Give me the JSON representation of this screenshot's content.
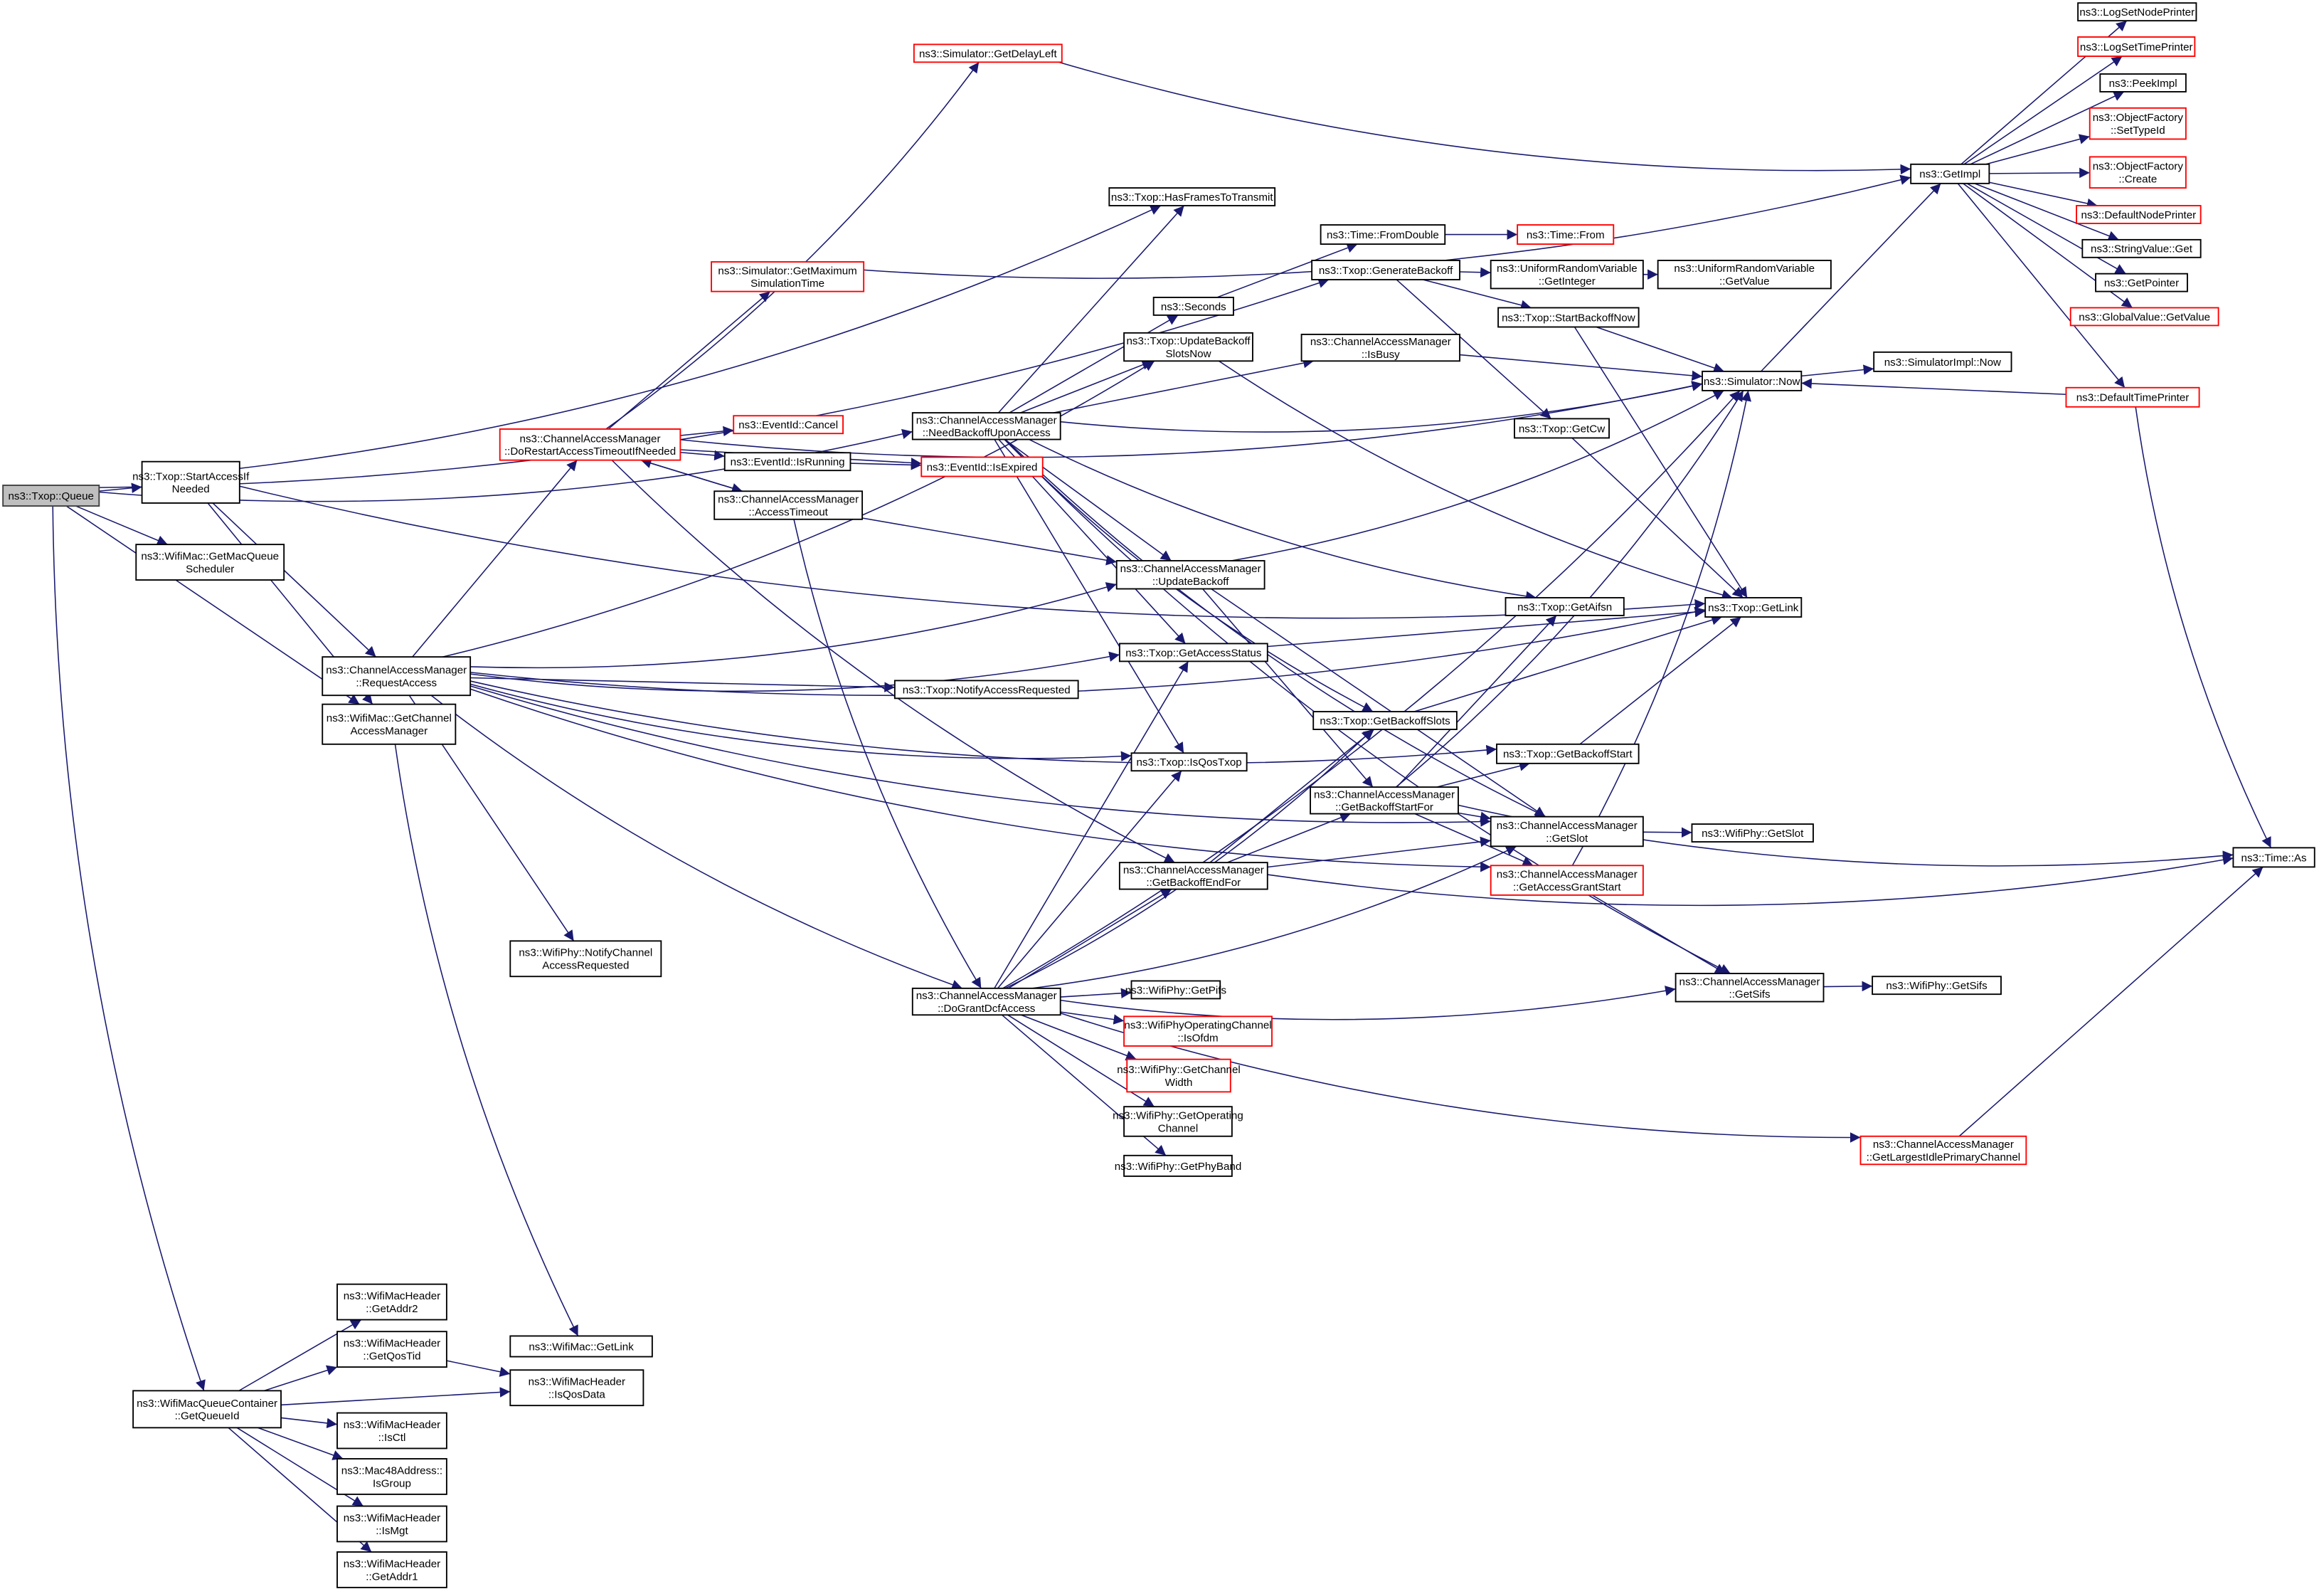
{
  "colors": {
    "edge": "#191970",
    "root_fill": "#bfbfbf",
    "truncated_border": "#ff0000",
    "normal_border": "#000000"
  },
  "nodes": {
    "queue": {
      "lines": [
        "ns3::Txop::Queue"
      ],
      "style": "root"
    },
    "startAccess": {
      "lines": [
        "ns3::Txop::StartAccessIf",
        "Needed"
      ]
    },
    "getMacQueueSched": {
      "lines": [
        "ns3::WifiMac::GetMacQueue",
        "Scheduler"
      ]
    },
    "requestAccess": {
      "lines": [
        "ns3::ChannelAccessManager",
        "::RequestAccess"
      ]
    },
    "getCam": {
      "lines": [
        "ns3::WifiMac::GetChannel",
        "AccessManager"
      ]
    },
    "getQueueId": {
      "lines": [
        "ns3::WifiMacQueueContainer",
        "::GetQueueId"
      ]
    },
    "getAddr2": {
      "lines": [
        "ns3::WifiMacHeader",
        "::GetAddr2"
      ]
    },
    "getQosTid": {
      "lines": [
        "ns3::WifiMacHeader",
        "::GetQosTid"
      ]
    },
    "isCtl": {
      "lines": [
        "ns3::WifiMacHeader",
        "::IsCtl"
      ]
    },
    "isGroup": {
      "lines": [
        "ns3::Mac48Address::",
        "IsGroup"
      ]
    },
    "isMgt": {
      "lines": [
        "ns3::WifiMacHeader",
        "::IsMgt"
      ]
    },
    "getAddr1": {
      "lines": [
        "ns3::WifiMacHeader",
        "::GetAddr1"
      ]
    },
    "macGetLink": {
      "lines": [
        "ns3::WifiMac::GetLink"
      ]
    },
    "isQosData": {
      "lines": [
        "ns3::WifiMacHeader",
        "::IsQosData"
      ]
    },
    "notifyChanReq": {
      "lines": [
        "ns3::WifiPhy::NotifyChannel",
        "AccessRequested"
      ]
    },
    "doRestart": {
      "lines": [
        "ns3::ChannelAccessManager",
        "::DoRestartAccessTimeoutIfNeeded"
      ],
      "style": "red"
    },
    "getDelayLeft": {
      "lines": [
        "ns3::Simulator::GetDelayLeft"
      ],
      "style": "red"
    },
    "getMaxSimTime": {
      "lines": [
        "ns3::Simulator::GetMaximum",
        "SimulationTime"
      ],
      "style": "red"
    },
    "evCancel": {
      "lines": [
        "ns3::EventId::Cancel"
      ],
      "style": "red"
    },
    "evIsRunning": {
      "lines": [
        "ns3::EventId::IsRunning"
      ]
    },
    "evIsExpired": {
      "lines": [
        "ns3::EventId::IsExpired"
      ],
      "style": "red"
    },
    "accessTimeout": {
      "lines": [
        "ns3::ChannelAccessManager",
        "::AccessTimeout"
      ]
    },
    "needBackoff": {
      "lines": [
        "ns3::ChannelAccessManager",
        "::NeedBackoffUponAccess"
      ]
    },
    "hasFrames": {
      "lines": [
        "ns3::Txop::HasFramesToTransmit"
      ]
    },
    "seconds": {
      "lines": [
        "ns3::Seconds"
      ]
    },
    "updBackoffSlots": {
      "lines": [
        "ns3::Txop::UpdateBackoff",
        "SlotsNow"
      ]
    },
    "updateBackoff": {
      "lines": [
        "ns3::ChannelAccessManager",
        "::UpdateBackoff"
      ]
    },
    "getAccessStatus": {
      "lines": [
        "ns3::Txop::GetAccessStatus"
      ]
    },
    "notifyAccessReq": {
      "lines": [
        "ns3::Txop::NotifyAccessRequested"
      ]
    },
    "isQosTxop": {
      "lines": [
        "ns3::Txop::IsQosTxop"
      ]
    },
    "getBackoffEndFor": {
      "lines": [
        "ns3::ChannelAccessManager",
        "::GetBackoffEndFor"
      ]
    },
    "doGrant": {
      "lines": [
        "ns3::ChannelAccessManager",
        "::DoGrantDcfAccess"
      ]
    },
    "getPifs": {
      "lines": [
        "ns3::WifiPhy::GetPifs"
      ]
    },
    "isOfdm": {
      "lines": [
        "ns3::WifiPhyOperatingChannel",
        "::IsOfdm"
      ],
      "style": "red"
    },
    "getChanWidth": {
      "lines": [
        "ns3::WifiPhy::GetChannel",
        "Width"
      ],
      "style": "red"
    },
    "getOpChan": {
      "lines": [
        "ns3::WifiPhy::GetOperating",
        "Channel"
      ]
    },
    "getPhyBand": {
      "lines": [
        "ns3::WifiPhy::GetPhyBand"
      ]
    },
    "fromDouble": {
      "lines": [
        "ns3::Time::FromDouble"
      ]
    },
    "timeFrom": {
      "lines": [
        "ns3::Time::From"
      ],
      "style": "red"
    },
    "genBackoff": {
      "lines": [
        "ns3::Txop::GenerateBackoff"
      ]
    },
    "getInteger": {
      "lines": [
        "ns3::UniformRandomVariable",
        "::GetInteger"
      ]
    },
    "getValue": {
      "lines": [
        "ns3::UniformRandomVariable",
        "::GetValue"
      ]
    },
    "startBackoffNow": {
      "lines": [
        "ns3::Txop::StartBackoffNow"
      ]
    },
    "isBusy": {
      "lines": [
        "ns3::ChannelAccessManager",
        "::IsBusy"
      ]
    },
    "getCw": {
      "lines": [
        "ns3::Txop::GetCw"
      ]
    },
    "getAifsn": {
      "lines": [
        "ns3::Txop::GetAifsn"
      ]
    },
    "getBackoffSlots": {
      "lines": [
        "ns3::Txop::GetBackoffSlots"
      ]
    },
    "getBackoffStart": {
      "lines": [
        "ns3::Txop::GetBackoffStart"
      ]
    },
    "getBackoffStartFor": {
      "lines": [
        "ns3::ChannelAccessManager",
        "::GetBackoffStartFor"
      ]
    },
    "getSlot": {
      "lines": [
        "ns3::ChannelAccessManager",
        "::GetSlot"
      ]
    },
    "getAccessGrant": {
      "lines": [
        "ns3::ChannelAccessManager",
        "::GetAccessGrantStart"
      ],
      "style": "red"
    },
    "phyGetSlot": {
      "lines": [
        "ns3::WifiPhy::GetSlot"
      ]
    },
    "getSifs": {
      "lines": [
        "ns3::ChannelAccessManager",
        "::GetSifs"
      ]
    },
    "phyGetSifs": {
      "lines": [
        "ns3::WifiPhy::GetSifs"
      ]
    },
    "largestIdle": {
      "lines": [
        "ns3::ChannelAccessManager",
        "::GetLargestIdlePrimaryChannel"
      ],
      "style": "red"
    },
    "simNow": {
      "lines": [
        "ns3::Simulator::Now"
      ]
    },
    "simImplNow": {
      "lines": [
        "ns3::SimulatorImpl::Now"
      ]
    },
    "txopGetLink": {
      "lines": [
        "ns3::Txop::GetLink"
      ]
    },
    "timeAs": {
      "lines": [
        "ns3::Time::As"
      ]
    },
    "getImpl": {
      "lines": [
        "ns3::GetImpl"
      ]
    },
    "defTimePrinter": {
      "lines": [
        "ns3::DefaultTimePrinter"
      ],
      "style": "red"
    },
    "logSetNode": {
      "lines": [
        "ns3::LogSetNodePrinter"
      ]
    },
    "logSetTime": {
      "lines": [
        "ns3::LogSetTimePrinter"
      ],
      "style": "red"
    },
    "peekImpl": {
      "lines": [
        "ns3::PeekImpl"
      ]
    },
    "setTypeId": {
      "lines": [
        "ns3::ObjectFactory",
        "::SetTypeId"
      ],
      "style": "red"
    },
    "ofCreate": {
      "lines": [
        "ns3::ObjectFactory",
        "::Create"
      ],
      "style": "red"
    },
    "defNodePrinter": {
      "lines": [
        "ns3::DefaultNodePrinter"
      ],
      "style": "red"
    },
    "stringGet": {
      "lines": [
        "ns3::StringValue::Get"
      ]
    },
    "getPointer": {
      "lines": [
        "ns3::GetPointer"
      ]
    },
    "globalGetValue": {
      "lines": [
        "ns3::GlobalValue::GetValue"
      ],
      "style": "red"
    }
  },
  "edges": [
    [
      "queue",
      "startAccess"
    ],
    [
      "queue",
      "getMacQueueSched"
    ],
    [
      "queue",
      "getCam"
    ],
    [
      "queue",
      "getQueueId"
    ],
    [
      "queue",
      "genBackoff"
    ],
    [
      "queue",
      "needBackoff"
    ],
    [
      "startAccess",
      "hasFrames"
    ],
    [
      "startAccess",
      "txopGetLink"
    ],
    [
      "startAccess",
      "requestAccess"
    ],
    [
      "startAccess",
      "getCam"
    ],
    [
      "requestAccess",
      "doRestart"
    ],
    [
      "requestAccess",
      "updBackoffSlots"
    ],
    [
      "requestAccess",
      "updateBackoff"
    ],
    [
      "requestAccess",
      "getAccessStatus"
    ],
    [
      "requestAccess",
      "notifyAccessReq"
    ],
    [
      "requestAccess",
      "getBackoffStart"
    ],
    [
      "requestAccess",
      "isQosTxop"
    ],
    [
      "requestAccess",
      "getSlot"
    ],
    [
      "requestAccess",
      "notifyChanReq"
    ],
    [
      "requestAccess",
      "doGrant"
    ],
    [
      "requestAccess",
      "getAccessGrant"
    ],
    [
      "requestAccess",
      "txopGetLink"
    ],
    [
      "getCam",
      "macGetLink"
    ],
    [
      "getQueueId",
      "getAddr2"
    ],
    [
      "getQueueId",
      "getQosTid"
    ],
    [
      "getQueueId",
      "isQosData"
    ],
    [
      "getQueueId",
      "isCtl"
    ],
    [
      "getQueueId",
      "isGroup"
    ],
    [
      "getQueueId",
      "isMgt"
    ],
    [
      "getQueueId",
      "getAddr1"
    ],
    [
      "getQosTid",
      "isQosData"
    ],
    [
      "doRestart",
      "getDelayLeft"
    ],
    [
      "doRestart",
      "getMaxSimTime"
    ],
    [
      "doRestart",
      "evCancel"
    ],
    [
      "doRestart",
      "evIsRunning"
    ],
    [
      "doRestart",
      "evIsExpired"
    ],
    [
      "doRestart",
      "accessTimeout"
    ],
    [
      "doRestart",
      "simNow"
    ],
    [
      "doRestart",
      "getBackoffEndFor"
    ],
    [
      "getMaxSimTime",
      "getImpl"
    ],
    [
      "getDelayLeft",
      "getImpl"
    ],
    [
      "evIsRunning",
      "evIsExpired"
    ],
    [
      "accessTimeout",
      "doRestart"
    ],
    [
      "accessTimeout",
      "updateBackoff"
    ],
    [
      "accessTimeout",
      "doGrant"
    ],
    [
      "needBackoff",
      "hasFrames"
    ],
    [
      "needBackoff",
      "seconds"
    ],
    [
      "needBackoff",
      "updBackoffSlots"
    ],
    [
      "needBackoff",
      "isBusy"
    ],
    [
      "needBackoff",
      "simNow"
    ],
    [
      "needBackoff",
      "getAifsn"
    ],
    [
      "needBackoff",
      "updateBackoff"
    ],
    [
      "needBackoff",
      "getAccessStatus"
    ],
    [
      "needBackoff",
      "isQosTxop"
    ],
    [
      "needBackoff",
      "getBackoffSlots"
    ],
    [
      "needBackoff",
      "getSlot"
    ],
    [
      "needBackoff",
      "getSifs"
    ],
    [
      "seconds",
      "fromDouble"
    ],
    [
      "fromDouble",
      "timeFrom"
    ],
    [
      "genBackoff",
      "getInteger"
    ],
    [
      "genBackoff",
      "startBackoffNow"
    ],
    [
      "genBackoff",
      "getCw"
    ],
    [
      "getInteger",
      "getValue"
    ],
    [
      "startBackoffNow",
      "simNow"
    ],
    [
      "startBackoffNow",
      "txopGetLink"
    ],
    [
      "isBusy",
      "simNow"
    ],
    [
      "updBackoffSlots",
      "txopGetLink"
    ],
    [
      "getCw",
      "txopGetLink"
    ],
    [
      "updateBackoff",
      "simNow"
    ],
    [
      "updateBackoff",
      "getBackoffStartFor"
    ],
    [
      "updateBackoff",
      "getSlot"
    ],
    [
      "getAccessStatus",
      "txopGetLink"
    ],
    [
      "getBackoffSlots",
      "txopGetLink"
    ],
    [
      "getBackoffStart",
      "txopGetLink"
    ],
    [
      "getBackoffStartFor",
      "getBackoffStart"
    ],
    [
      "getBackoffStartFor",
      "getSlot"
    ],
    [
      "getBackoffStartFor",
      "getAccessGrant"
    ],
    [
      "getBackoffStartFor",
      "timeAs"
    ],
    [
      "getBackoffStartFor",
      "getAifsn"
    ],
    [
      "getBackoffStartFor",
      "simNow"
    ],
    [
      "getBackoffEndFor",
      "getBackoffStartFor"
    ],
    [
      "getBackoffEndFor",
      "getSlot"
    ],
    [
      "getBackoffEndFor",
      "getBackoffSlots"
    ],
    [
      "getBackoffEndFor",
      "timeAs"
    ],
    [
      "getSlot",
      "phyGetSlot"
    ],
    [
      "getAccessGrant",
      "getSifs"
    ],
    [
      "getAccessGrant",
      "simNow"
    ],
    [
      "getSifs",
      "phyGetSifs"
    ],
    [
      "doGrant",
      "getPifs"
    ],
    [
      "doGrant",
      "isOfdm"
    ],
    [
      "doGrant",
      "getChanWidth"
    ],
    [
      "doGrant",
      "getOpChan"
    ],
    [
      "doGrant",
      "getPhyBand"
    ],
    [
      "doGrant",
      "getBackoffEndFor"
    ],
    [
      "doGrant",
      "getAccessStatus"
    ],
    [
      "doGrant",
      "isQosTxop"
    ],
    [
      "doGrant",
      "getBackoffSlots"
    ],
    [
      "doGrant",
      "getSlot"
    ],
    [
      "doGrant",
      "getSifs"
    ],
    [
      "doGrant",
      "simNow"
    ],
    [
      "doGrant",
      "largestIdle"
    ],
    [
      "largestIdle",
      "timeAs"
    ],
    [
      "simNow",
      "getImpl"
    ],
    [
      "simNow",
      "simImplNow"
    ],
    [
      "defTimePrinter",
      "simNow"
    ],
    [
      "defTimePrinter",
      "timeAs"
    ],
    [
      "getImpl",
      "logSetNode"
    ],
    [
      "getImpl",
      "logSetTime"
    ],
    [
      "getImpl",
      "peekImpl"
    ],
    [
      "getImpl",
      "setTypeId"
    ],
    [
      "getImpl",
      "ofCreate"
    ],
    [
      "getImpl",
      "defNodePrinter"
    ],
    [
      "getImpl",
      "stringGet"
    ],
    [
      "getImpl",
      "getPointer"
    ],
    [
      "getImpl",
      "globalGetValue"
    ],
    [
      "getImpl",
      "defTimePrinter"
    ]
  ]
}
